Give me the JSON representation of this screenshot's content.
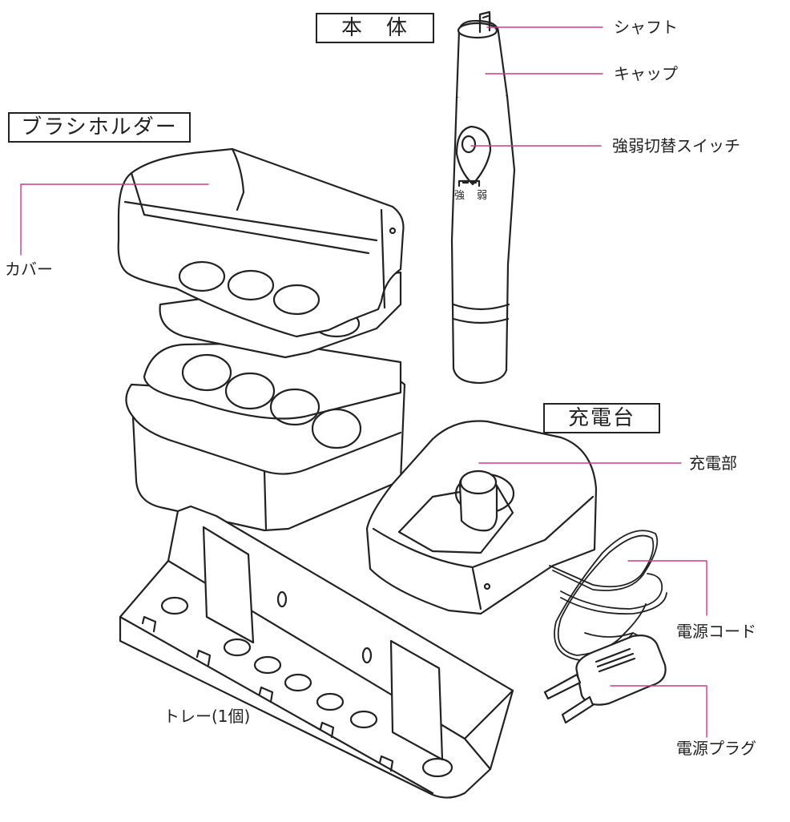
{
  "section_titles": {
    "main_unit": "本　体",
    "brush_holder": "ブラシホルダー",
    "charger": "充電台"
  },
  "parts": {
    "shaft": "シャフト",
    "cap": "キャップ",
    "switch": "強弱切替スイッチ",
    "cover": "カバー",
    "charging_part": "充電部",
    "power_cord": "電源コード",
    "power_plug": "電源プラグ",
    "tray": "トレー(1個)"
  },
  "switch_marks": {
    "strong": "強",
    "weak": "弱"
  },
  "colors": {
    "line": "#222222",
    "leader": "#d0388a",
    "background": "#ffffff"
  }
}
